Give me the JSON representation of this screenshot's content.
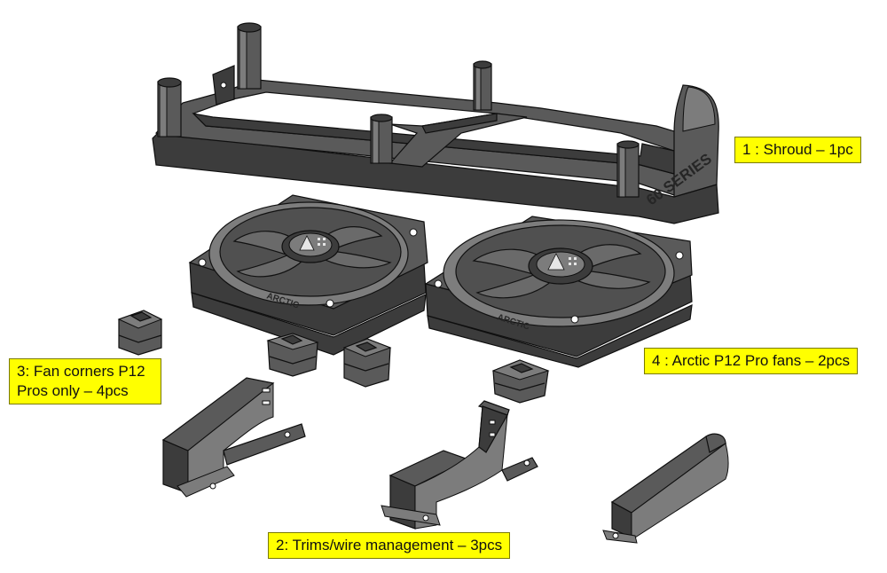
{
  "callouts": {
    "shroud": "1 : Shroud – 1pc",
    "fans": "4 : Arctic P12 Pro fans – 2pcs",
    "trims": "2: Trims/wire management – 3pcs",
    "corners_line1": "3: Fan corners P12",
    "corners_line2": "Pros only – 4pcs"
  },
  "part_text": {
    "shroud_emboss": "60 SERIES",
    "fan_brand": "ARCTIC"
  },
  "colors": {
    "callout_bg": "#ffff00",
    "part_dark": "#3c3c3c",
    "part_mid": "#5a5a5a",
    "part_light": "#7c7c7c"
  }
}
